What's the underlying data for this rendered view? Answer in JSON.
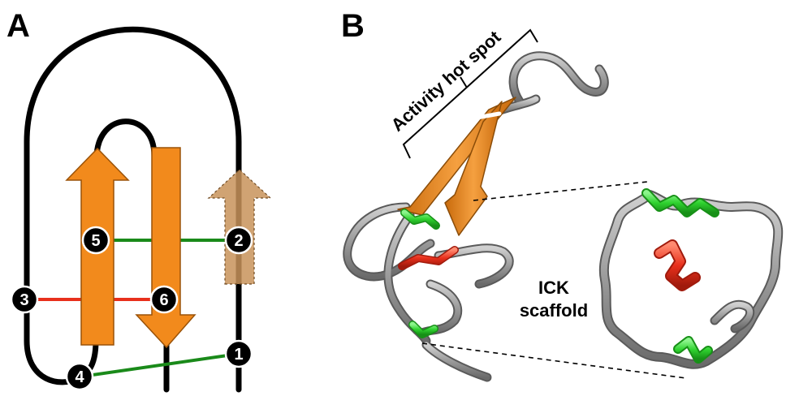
{
  "panels": {
    "a": {
      "letter": "A"
    },
    "b": {
      "letter": "B"
    }
  },
  "topology": {
    "nodes": [
      {
        "id": "1",
        "label": "1"
      },
      {
        "id": "2",
        "label": "2"
      },
      {
        "id": "3",
        "label": "3"
      },
      {
        "id": "4",
        "label": "4"
      },
      {
        "id": "5",
        "label": "5"
      },
      {
        "id": "6",
        "label": "6"
      }
    ],
    "bonds": [
      {
        "from": "5",
        "to": "2",
        "color": "#1a8a1a"
      },
      {
        "from": "3",
        "to": "6",
        "color": "#e8301c"
      },
      {
        "from": "4",
        "to": "1",
        "color": "#1a8a1a"
      }
    ]
  },
  "annotations": {
    "hot_spot": "Activity hot spot",
    "scaffold_line1": "ICK",
    "scaffold_line2": "scaffold"
  },
  "colors": {
    "strand": "#f28a1c",
    "strand_faded": "#c8935a",
    "backbone": "#000000",
    "cartoon": "#9a9a9a",
    "disulfide_green": "#2fd22f",
    "disulfide_red": "#e8301c"
  }
}
